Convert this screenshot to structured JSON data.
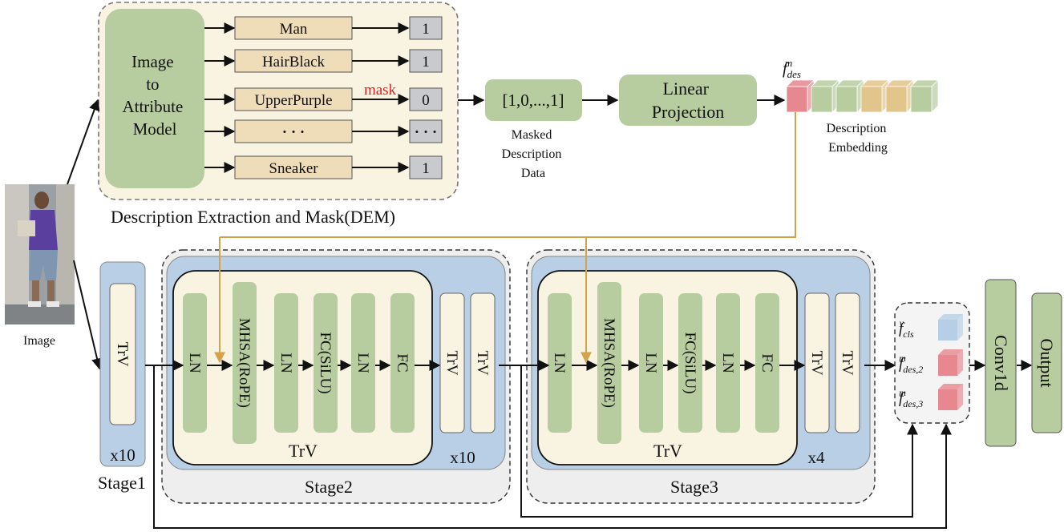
{
  "colors": {
    "green": "#b7cda0",
    "cream": "#f9f3e2",
    "attr_box": "#efdcb8",
    "stage_blue": "#b9cfe6",
    "gray_box": "#c8cacd",
    "orange_line": "#d5a24c",
    "mask_red": "#e02020",
    "red_cube": "#e7878f",
    "blue_cube": "#b6cfe7",
    "tan_cube": "#e2c58a",
    "green_cube": "#b7cda0"
  },
  "input": {
    "image_label": "Image"
  },
  "dem": {
    "title": "Description Extraction and Mask(DEM)",
    "model_lines": [
      "Image",
      "to",
      "Attribute",
      "Model"
    ],
    "attributes": [
      "Man",
      "HairBlack",
      "UpperPurple",
      "· · ·",
      "Sneaker"
    ],
    "values": [
      "1",
      "1",
      "0",
      "· · ·",
      "1"
    ],
    "mask_label": "mask"
  },
  "masked": {
    "vector": "[1,0,...,1]",
    "caption_lines": [
      "Masked",
      "Description",
      "Data"
    ]
  },
  "projection": {
    "lines": [
      "Linear",
      "Projection"
    ]
  },
  "embedding": {
    "symbol_base": "f",
    "symbol_sub": "des",
    "symbol_sup": "m",
    "caption_lines": [
      "Description",
      "Embedding"
    ]
  },
  "stage1": {
    "block": "TrV",
    "repeat": "x10",
    "label": "Stage1"
  },
  "stage2": {
    "layers": [
      "LN",
      "MHSA(RoPE)",
      "LN",
      "FC(SiLU)",
      "LN",
      "FC"
    ],
    "extra_blocks": [
      "TrV",
      "TrV"
    ],
    "block_label": "TrV",
    "repeat": "x10",
    "label": "Stage2"
  },
  "stage3": {
    "layers": [
      "LN",
      "MHSA(RoPE)",
      "LN",
      "FC(SiLU)",
      "LN",
      "FC"
    ],
    "extra_blocks": [
      "TrV",
      "TrV"
    ],
    "block_label": "TrV",
    "repeat": "x4",
    "label": "Stage3"
  },
  "features": [
    {
      "base": "f",
      "sub": "cls",
      "sup": "v",
      "cube": "blue"
    },
    {
      "base": "f",
      "sub": "des,2",
      "sup": "m",
      "cube": "red"
    },
    {
      "base": "f",
      "sub": "des,3",
      "sup": "m",
      "cube": "red"
    }
  ],
  "conv": {
    "label": "Conv1d"
  },
  "output": {
    "label": "Output"
  }
}
